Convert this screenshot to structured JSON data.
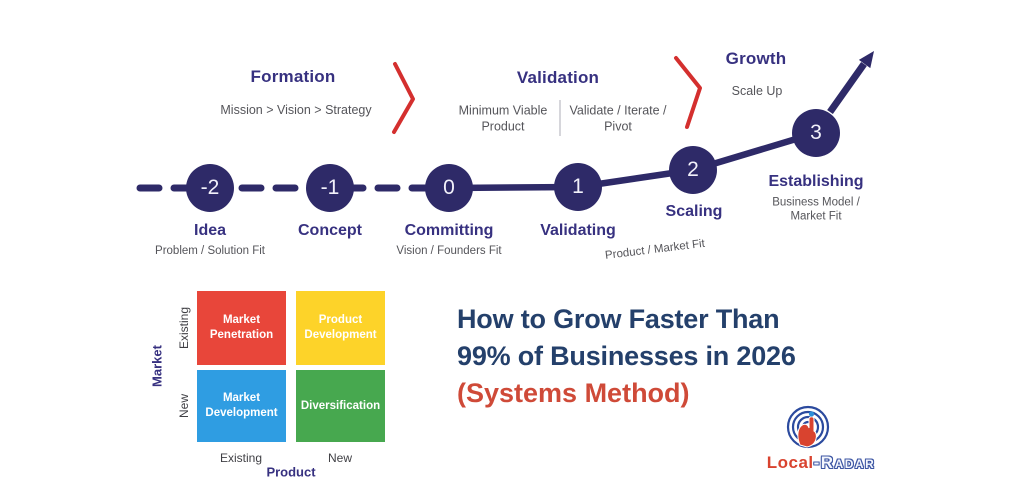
{
  "journey": {
    "phases": [
      {
        "label": "Formation",
        "sub": "Mission > Vision > Strategy"
      },
      {
        "label": "Validation",
        "sub_left": "Minimum Viable Product",
        "sub_right": "Validate / Iterate / Pivot"
      },
      {
        "label": "Growth",
        "sub": "Scale Up"
      }
    ],
    "stages": [
      {
        "num": "-2",
        "name": "Idea",
        "sub": "Problem / Solution Fit"
      },
      {
        "num": "-1",
        "name": "Concept",
        "sub": ""
      },
      {
        "num": "0",
        "name": "Committing",
        "sub": "Vision / Founders Fit"
      },
      {
        "num": "1",
        "name": "Validating",
        "sub": ""
      },
      {
        "num": "2",
        "name": "Scaling",
        "sub": "Product / Market Fit"
      },
      {
        "num": "3",
        "name": "Establishing",
        "sub": "Business Model / Market Fit"
      }
    ]
  },
  "matrix": {
    "quadrants": [
      {
        "label": "Market Penetration",
        "color": "#e8463a"
      },
      {
        "label": "Product Development",
        "color": "#fdd329"
      },
      {
        "label": "Market Development",
        "color": "#2f9de2"
      },
      {
        "label": "Diversification",
        "color": "#47a84f"
      }
    ],
    "row_labels": [
      "Existing",
      "New"
    ],
    "col_labels": [
      "Existing",
      "New"
    ],
    "y_axis": "Market",
    "x_axis": "Product"
  },
  "title": {
    "line1": "How to Grow Faster Than",
    "line2": "99% of Businesses in 2026",
    "accent": "(Systems Method)"
  },
  "logo": {
    "name_left": "Local",
    "name_right": "-Radar"
  },
  "colors": {
    "navy": "#2e2a68",
    "label_navy": "#373180",
    "title_navy": "#24406b",
    "accent_red": "#cf4a38",
    "chevron_red": "#d42f2e",
    "sub_gray": "#55555a"
  }
}
